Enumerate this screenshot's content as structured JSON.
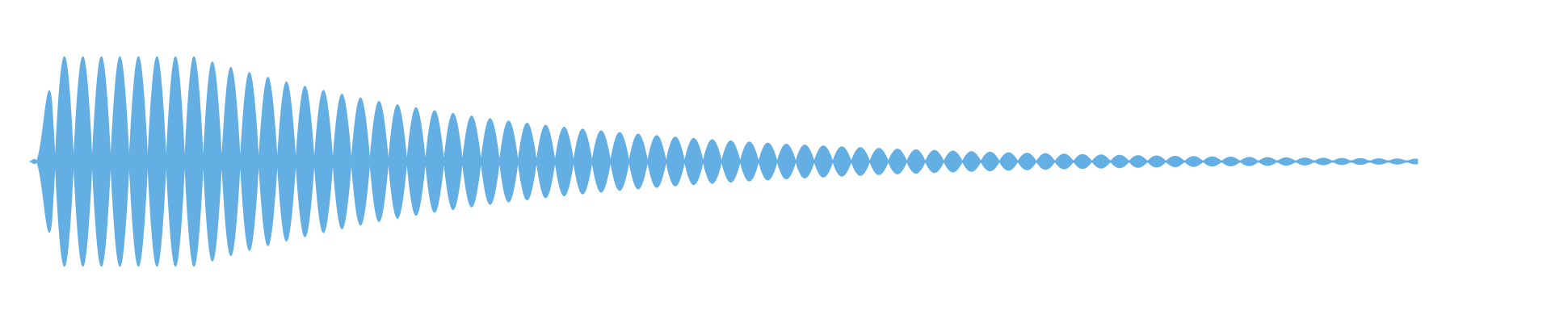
{
  "waveform": {
    "color": "#63aee3",
    "background": "#ffffff",
    "envelope": {
      "attack_end": 0.04,
      "sustain_end": 0.12,
      "decay_rate": 4.2,
      "tail_level": 0.008
    },
    "lobe_count": 75
  }
}
